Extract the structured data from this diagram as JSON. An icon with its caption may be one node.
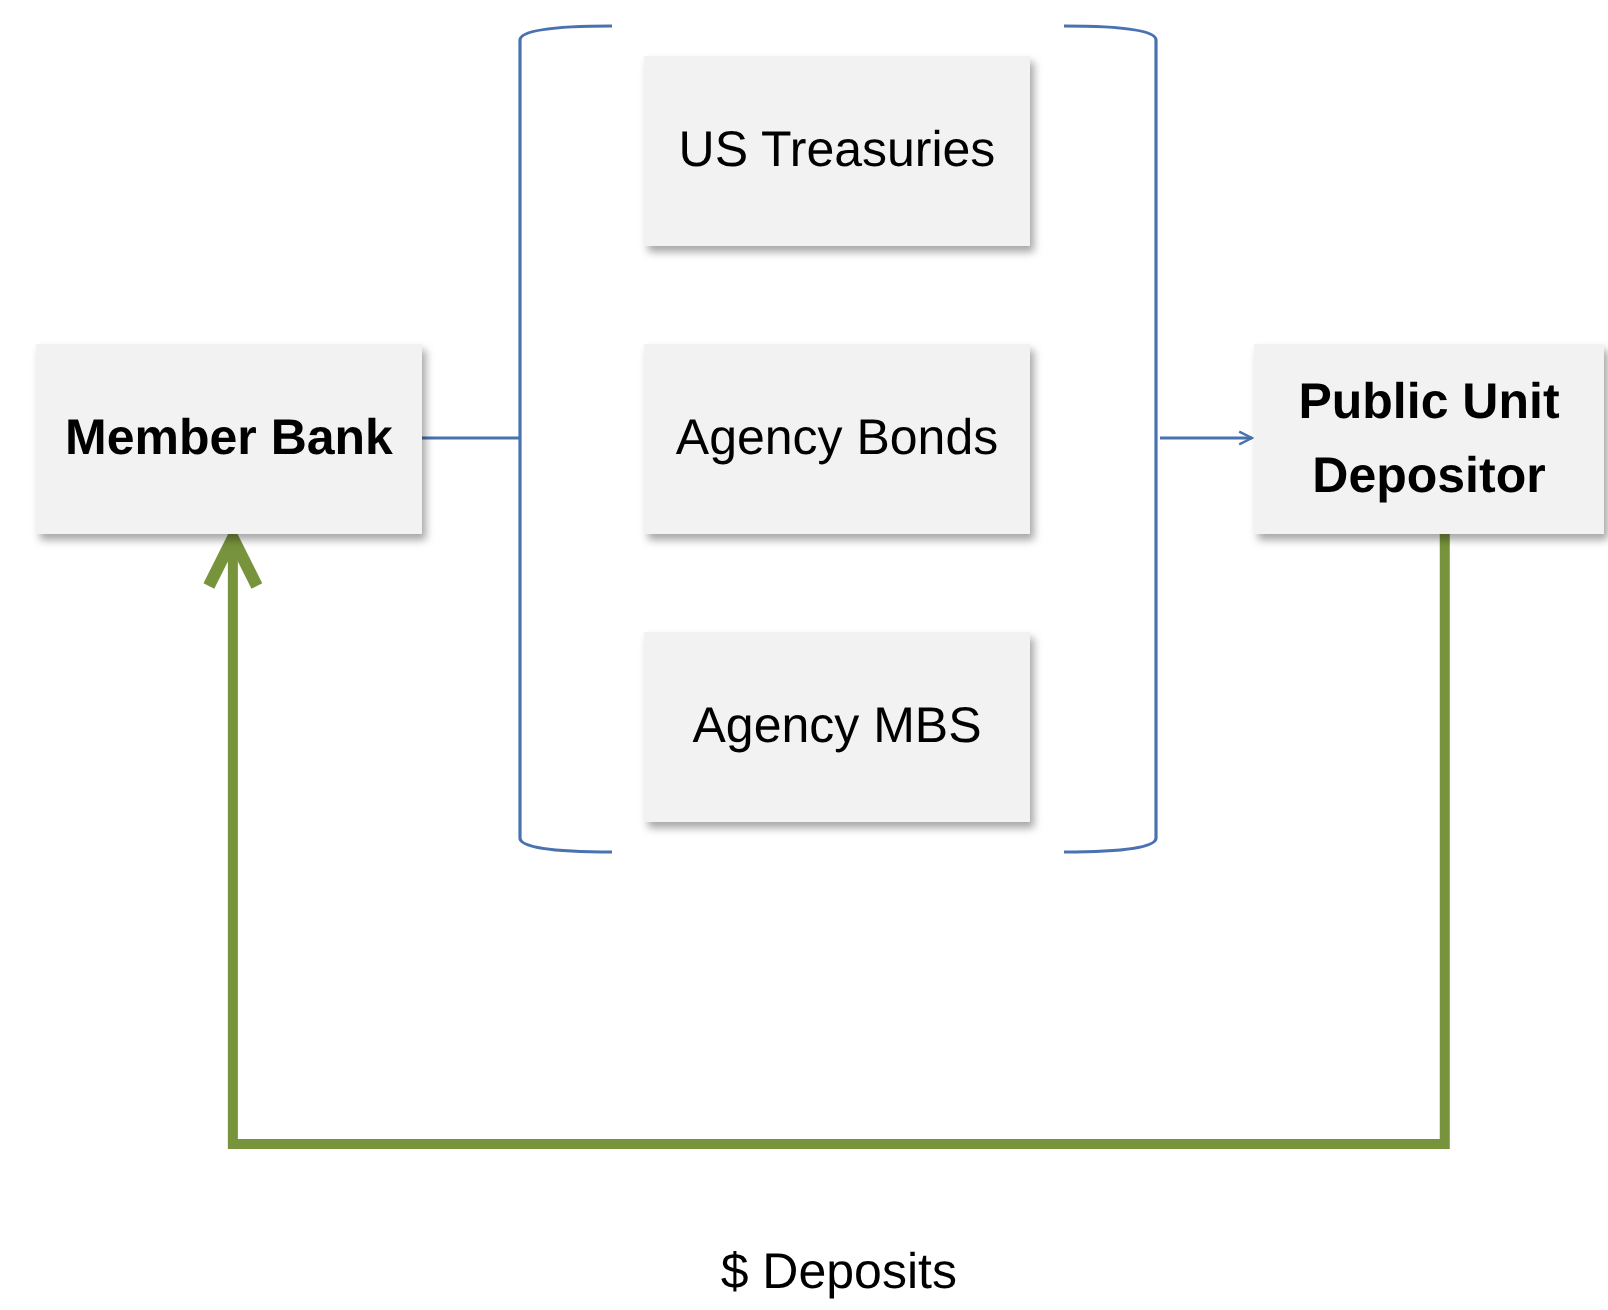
{
  "diagram": {
    "nodes": [
      {
        "text": [
          "Member Bank"
        ]
      },
      {
        "text": [],
        "shape": "bracket"
      },
      {
        "text": [
          "US Treasuries"
        ],
        "in": 1
      },
      {
        "text": [
          "Agency Bonds"
        ],
        "in": 1
      },
      {
        "text": [
          "Agency MBS"
        ],
        "in": 1
      },
      {
        "text": [
          "Public Unit Depositor"
        ]
      }
    ],
    "edges": [
      {
        "from": 0,
        "to": 1,
        "arrow": "none"
      },
      {
        "from": 1,
        "to": 5,
        "arrow": "to"
      },
      {
        "from": 5,
        "to": 0,
        "arrow": "to",
        "label": "$ Deposits",
        "style": "thick",
        "color": "#77933c"
      }
    ]
  }
}
